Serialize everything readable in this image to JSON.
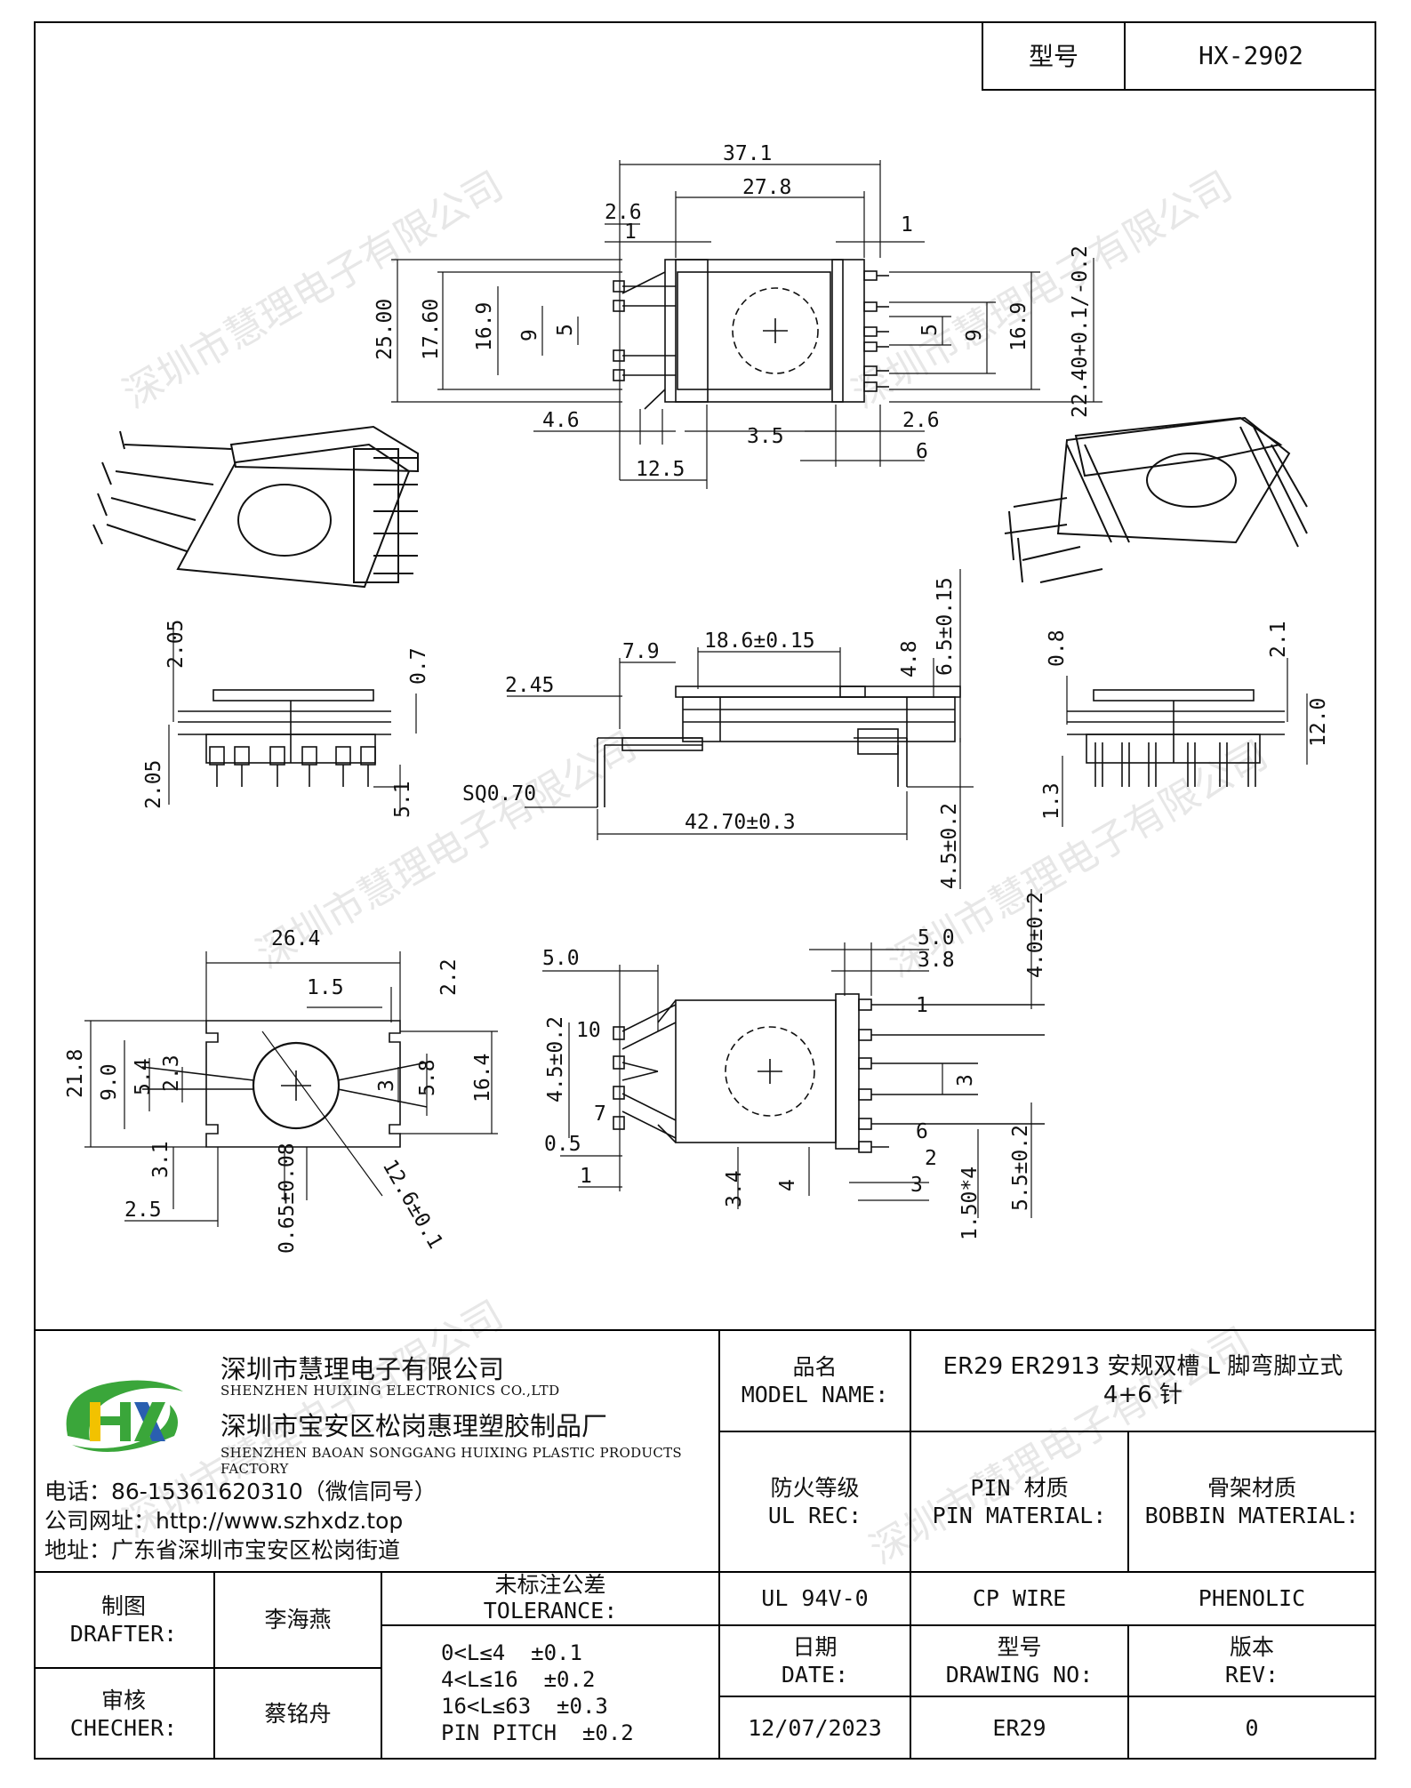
{
  "header": {
    "model_label": "型号",
    "model_value": "HX-2902"
  },
  "watermark": "深圳市慧理电子有限公司",
  "dims": {
    "top": [
      "37.1",
      "27.8",
      "2.6",
      "1",
      "1",
      "25.00",
      "17.60",
      "16.9",
      "9",
      "5",
      "5",
      "9",
      "16.9",
      "22.40+0.1/-0.2",
      "4.6",
      "3.5",
      "2.6",
      "12.5",
      "6"
    ],
    "mid_left": [
      "2.05",
      "0.7",
      "2.05",
      "5.1"
    ],
    "mid_center": [
      "7.9",
      "18.6±0.15",
      "4.8",
      "6.5±0.15",
      "2.45",
      "SQ0.70",
      "42.70±0.3",
      "4.5±0.2"
    ],
    "mid_right": [
      "0.8",
      "2.1",
      "12.0",
      "1.3"
    ],
    "bot_left": [
      "26.4",
      "1.5",
      "2.2",
      "21.8",
      "9.0",
      "5.4",
      "2.3",
      "3",
      "5.8",
      "16.4",
      "3.1",
      "2.5",
      "0.65±0.08",
      "12.6±0.1"
    ],
    "bot_right": [
      "5.0",
      "5.0",
      "3.8",
      "4.0±0.2",
      "4.5±0.2",
      "10",
      "7",
      "1",
      "6",
      "3",
      "0.5",
      "1",
      "3.4",
      "4",
      "2",
      "3",
      "1.50*4",
      "5.5±0.2"
    ]
  },
  "company": {
    "name_cn": "深圳市慧理电子有限公司",
    "name_en": "SHENZHEN HUIXING ELECTRONICS CO.,LTD",
    "factory_cn": "深圳市宝安区松岗惠理塑胶制品厂",
    "factory_en": "SHENZHEN BAOAN SONGGANG HUIXING PLASTIC PRODUCTS FACTORY",
    "phone": "电话：86-15361620310（微信同号）",
    "website": "公司网址：http://www.szhxdz.top",
    "address": "地址：广东省深圳市宝安区松岗街道",
    "logo_text": "HX"
  },
  "titleblock": {
    "model_name_cn": "品名",
    "model_name_en": "MODEL NAME:",
    "model_name_value_1": "ER29 ER2913 安规双槽 L 脚弯脚立式",
    "model_name_value_2": "4+6 针",
    "ul_cn": "防火等级",
    "ul_en": "UL REC:",
    "pin_cn": "PIN 材质",
    "pin_en": "PIN MATERIAL:",
    "bobbin_cn": "骨架材质",
    "bobbin_en": "BOBBIN MATERIAL:",
    "ul_value": "UL 94V-0",
    "pin_value": "CP WIRE",
    "bobbin_value": "PHENOLIC",
    "drafter_cn": "制图",
    "drafter_en": "DRAFTER:",
    "drafter_name": "李海燕",
    "checker_cn": "审核",
    "checker_en": "CHECHER:",
    "checker_name": "蔡铭舟",
    "tol_cn": "未标注公差",
    "tol_en": "TOLERANCE:",
    "tol_lines": [
      "0<L≤4  ±0.1",
      "4<L≤16  ±0.2",
      "16<L≤63  ±0.3",
      "PIN PITCH  ±0.2"
    ],
    "date_cn": "日期",
    "date_en": "DATE:",
    "date_value": "12/07/2023",
    "dwg_cn": "型号",
    "dwg_en": "DRAWING NO:",
    "dwg_value": "ER29",
    "rev_cn": "版本",
    "rev_en": "REV:",
    "rev_value": "0"
  },
  "colors": {
    "logo_green": "#3aa63a",
    "logo_yellow": "#f2c200",
    "logo_blue": "#2a5fb0"
  }
}
